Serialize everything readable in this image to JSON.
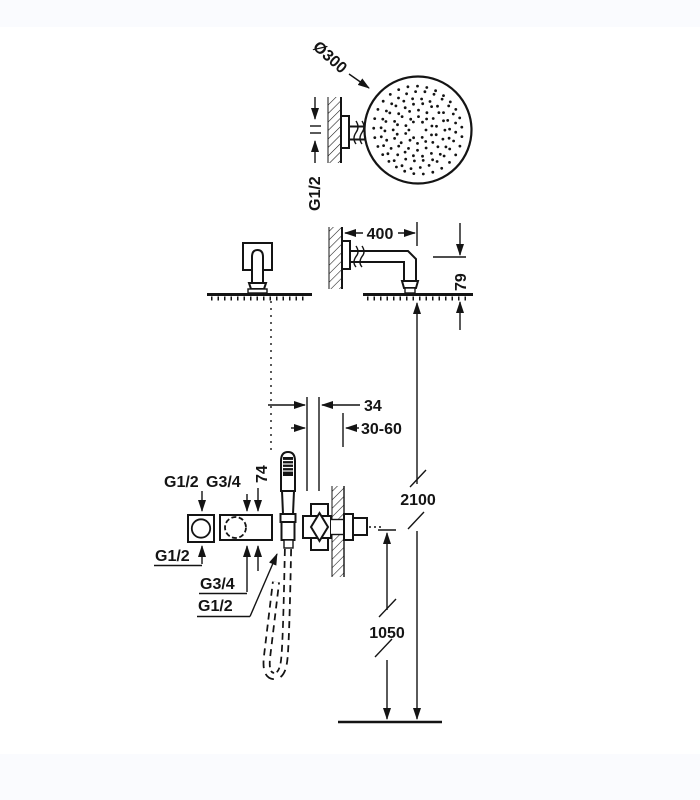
{
  "colors": {
    "line": "#141414",
    "background": "#ffffff",
    "page_band": "#fafbfe"
  },
  "shower_head_view": {
    "diameter_label": "Ø300",
    "inlet_label": "G1/2"
  },
  "arm_view": {
    "arm_length": "400",
    "head_drop": "79"
  },
  "valve_side_view": {
    "trim_offset": "34",
    "depth_range": "30-60"
  },
  "install_heights": {
    "head_height": "2100",
    "valve_height": "1050"
  },
  "valve_front_view": {
    "top_inlet_left": "G1/2",
    "top_inlet_right": "G3/4",
    "body_dim": "74",
    "outlet_left": "G1/2",
    "outlet_mid": "G3/4",
    "outlet_hand_shower": "G1/2"
  }
}
